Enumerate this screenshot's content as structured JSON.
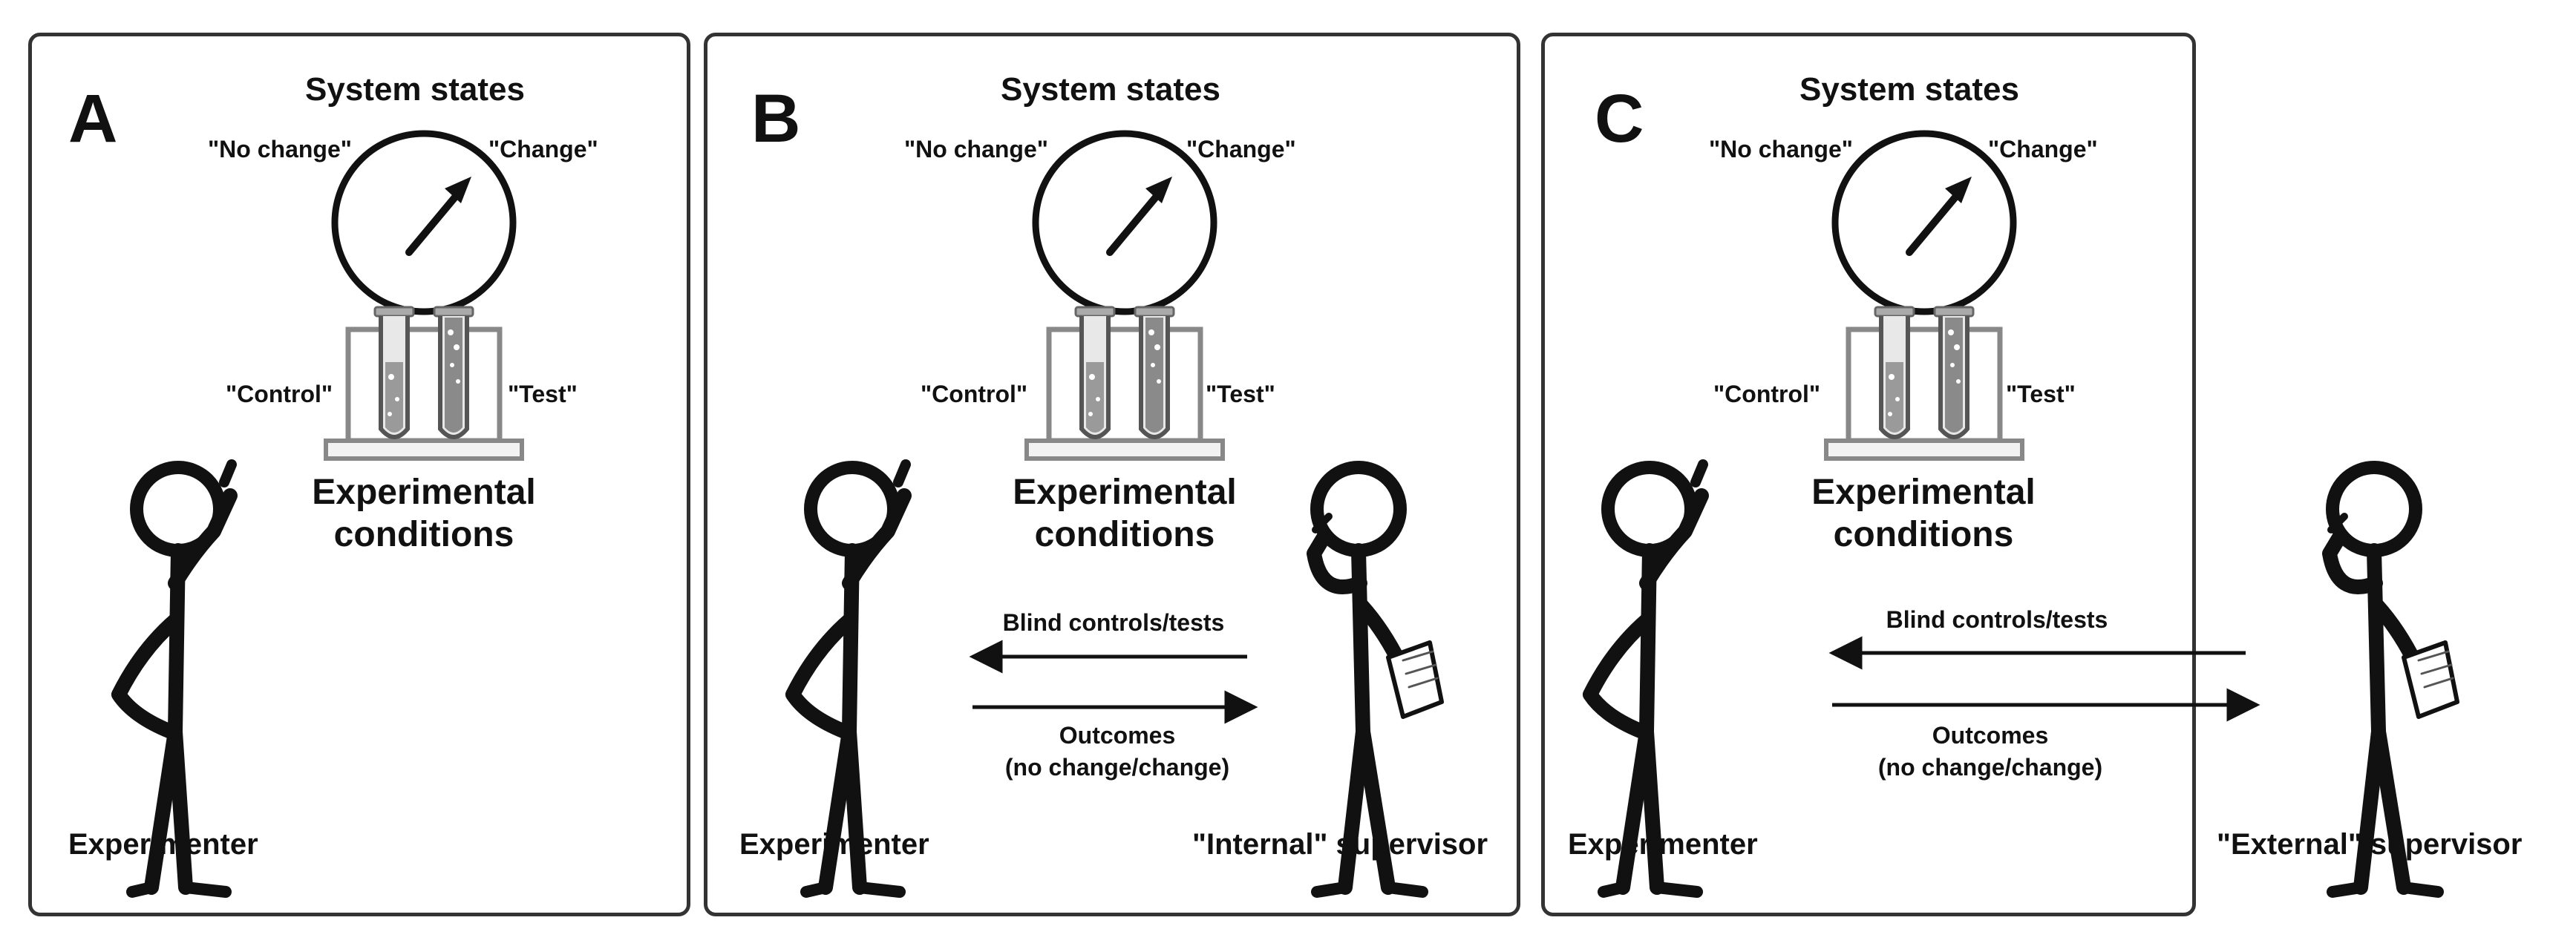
{
  "panels": [
    {
      "letter": "A",
      "system_states": "System states",
      "no_change": "\"No change\"",
      "change": "\"Change\"",
      "control": "\"Control\"",
      "test": "\"Test\"",
      "conditions_line1": "Experimental",
      "conditions_line2": "conditions",
      "experimenter": "Experimenter"
    },
    {
      "letter": "B",
      "system_states": "System states",
      "no_change": "\"No change\"",
      "change": "\"Change\"",
      "control": "\"Control\"",
      "test": "\"Test\"",
      "conditions_line1": "Experimental",
      "conditions_line2": "conditions",
      "experimenter": "Experimenter",
      "blind": "Blind controls/tests",
      "outcomes_line1": "Outcomes",
      "outcomes_line2": "(no change/change)",
      "supervisor": "\"Internal\" supervisor"
    },
    {
      "letter": "C",
      "system_states": "System states",
      "no_change": "\"No change\"",
      "change": "\"Change\"",
      "control": "\"Control\"",
      "test": "\"Test\"",
      "conditions_line1": "Experimental",
      "conditions_line2": "conditions",
      "experimenter": "Experimenter",
      "blind": "Blind controls/tests",
      "outcomes_line1": "Outcomes",
      "outcomes_line2": "(no change/change)",
      "supervisor": "\"External\" supervisor"
    }
  ],
  "icons": {
    "gauge": "gauge-icon",
    "test_tubes": "test-tube-rack-icon",
    "experimenter": "stick-figure-pointing-icon",
    "supervisor": "stick-figure-with-notepad-icon"
  }
}
